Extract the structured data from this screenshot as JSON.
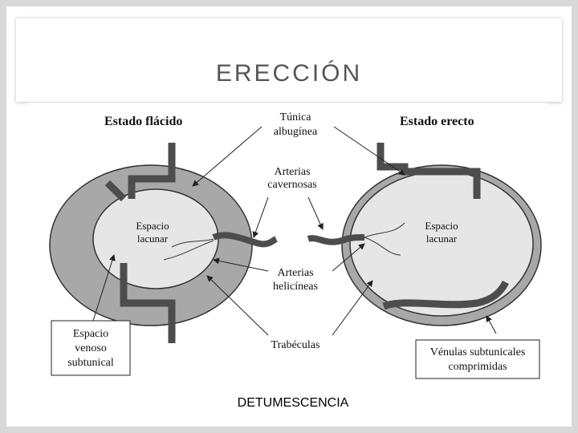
{
  "slide": {
    "title": "ERECCIÓN",
    "caption": "DETUMESCENCIA"
  },
  "diagram": {
    "left_heading": "Estado flácido",
    "right_heading": "Estado erecto",
    "label_tunica_1": "Túnica",
    "label_tunica_2": "albugínea",
    "label_arterias_cav_1": "Arterias",
    "label_arterias_cav_2": "cavernosas",
    "label_arterias_hel_1": "Arterias",
    "label_arterias_hel_2": "helicíneas",
    "label_trabeculas": "Trabéculas",
    "left_lacunar_1": "Espacio",
    "left_lacunar_2": "lacunar",
    "right_lacunar_1": "Espacio",
    "right_lacunar_2": "lacunar",
    "box_venoso_1": "Espacio",
    "box_venoso_2": "venoso",
    "box_venoso_3": "subtunical",
    "box_venulas_1": "Vénulas subtunicales",
    "box_venulas_2": "comprimidas"
  },
  "colors": {
    "background": "#d9d9d9",
    "tunica_fill": "#a8a8a8",
    "lacunar_fill": "#e6e6e6",
    "vessel": "#4d4d4d"
  }
}
